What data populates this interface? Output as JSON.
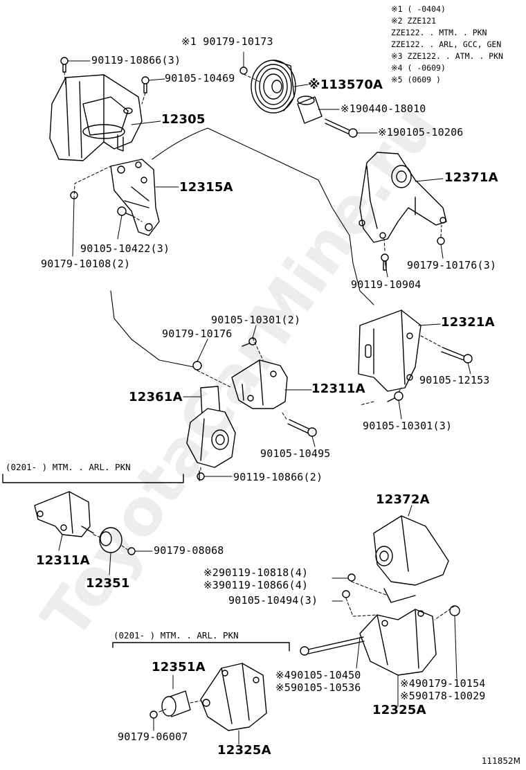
{
  "notes": [
    "※1  (      -0404)",
    "※2  ZZE121",
    "      ZZE122. . MTM. . PKN",
    "      ZZE122. . ARL, GCC, GEN",
    "※3  ZZE122. . ATM. . PKN",
    "※4  (      -0609)",
    "※5  (0609      )"
  ],
  "labels": {
    "p90179_10173": "※1 90179-10173",
    "p90119_10866_3": "90119-10866(3)",
    "p90105_10469": "90105-10469",
    "p13570A": "※113570A",
    "p190440_18010": "※190440-18010",
    "p190105_10206": "※190105-10206",
    "p12305": "12305",
    "p12371A": "12371A",
    "p12315A": "12315A",
    "p90105_10422_3": "90105-10422(3)",
    "p90179_10108_2": "90179-10108(2)",
    "p90179_10176_3": "90179-10176(3)",
    "p90119_10904": "90119-10904",
    "p90105_10301_2": "90105-10301(2)",
    "p90179_10176": "90179-10176",
    "p12321A": "12321A",
    "p12361A": "12361A",
    "p12311A_top": "12311A",
    "p90105_12153": "90105-12153",
    "p90105_10301_3": "90105-10301(3)",
    "p90105_10495": "90105-10495",
    "bracket1": "(0201-      ) MTM. . ARL. PKN",
    "p90119_10866_2": "90119-10866(2)",
    "p12372A": "12372A",
    "p12311A_low": "12311A",
    "p90179_08068": "90179-08068",
    "p12351": "12351",
    "p290119_10818_4": "※290119-10818(4)",
    "p390119_10866_4": "※390119-10866(4)",
    "p90105_10494_3": "90105-10494(3)",
    "bracket2": "(0201-      ) MTM. . ARL. PKN",
    "p12351A": "12351A",
    "p490105_10450": "※490105-10450",
    "p590105_10536": "※590105-10536",
    "p490179_10154": "※490179-10154",
    "p590178_10029": "※590178-10029",
    "p12325A_right": "12325A",
    "p90179_06007": "90179-06007",
    "p12325A_bottom": "12325A"
  },
  "watermark": "ToyotaCarMine.ru",
  "figure_ref": "111852M"
}
